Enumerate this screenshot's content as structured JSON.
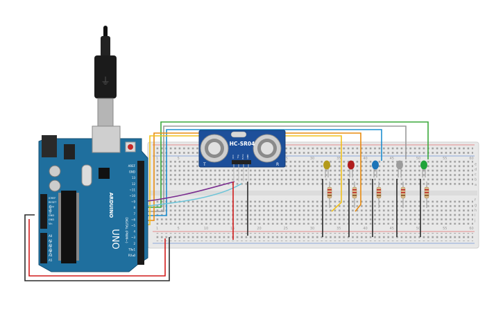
{
  "arduino": {
    "brand": "ARDUINO",
    "model": "UNO",
    "power_header_label": "POWER",
    "analog_header_label": "ANALOG IN",
    "digital_header_label": "DIGITAL (PWM~)",
    "power_pins": [
      "IOREF",
      "RESET",
      "3.3V",
      "5V",
      "GND",
      "GND",
      "Vin"
    ],
    "analog_pins": [
      "A0",
      "A1",
      "A2",
      "A3",
      "A4",
      "A5"
    ],
    "digital_pins": [
      "AREF",
      "GND",
      "13",
      "12",
      "~11",
      "~10",
      "~9",
      "8",
      "7",
      "~6",
      "~5",
      "4",
      "~3",
      "2",
      "TX▸1",
      "RX◂0"
    ]
  },
  "sensor": {
    "model": "HC-SR04",
    "pins": [
      "VCC",
      "Trig",
      "Echo",
      "GND"
    ],
    "side_left": "T",
    "side_right": "R"
  },
  "breadboard": {
    "row_labels": [
      "a",
      "b",
      "c",
      "d",
      "e",
      "f",
      "g",
      "h",
      "i",
      "j"
    ],
    "column_numbers": [
      "1",
      "5",
      "10",
      "15",
      "20",
      "25",
      "30",
      "35",
      "40",
      "45",
      "50",
      "55",
      "60"
    ]
  },
  "leds": [
    {
      "color": "#b39a1a",
      "name": "yellow"
    },
    {
      "color": "#b01c1c",
      "name": "red"
    },
    {
      "color": "#1b74b8",
      "name": "blue"
    },
    {
      "color": "#9c9c9c",
      "name": "white"
    },
    {
      "color": "#1fa33a",
      "name": "green"
    }
  ],
  "colors": {
    "board": "#1f6f9e",
    "breadboard": "#e9e9e9",
    "sensor_pcb": "#1d4f9a",
    "wire_red": "#d11a1a",
    "wire_black": "#2a2a2a",
    "wire_yellow": "#f2c21b",
    "wire_orange": "#e88b0f",
    "wire_blue": "#1f8fd0",
    "wire_gray": "#9a9a9a",
    "wire_green": "#3aa83a",
    "wire_purple": "#7a2d8f",
    "wire_cyan": "#6cc4d8"
  }
}
